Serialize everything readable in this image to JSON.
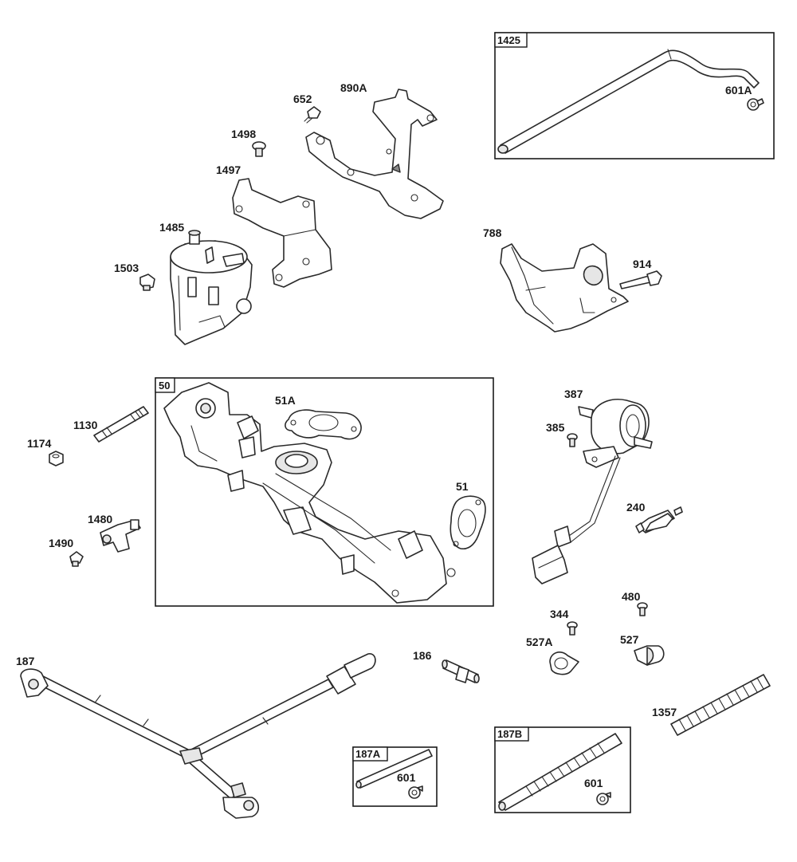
{
  "labels": {
    "l1425": "1425",
    "l601A": "601A",
    "l652": "652",
    "l890A": "890A",
    "l1498": "1498",
    "l1497": "1497",
    "l1485": "1485",
    "l1503": "1503",
    "l788": "788",
    "l914": "914",
    "l50": "50",
    "l51A": "51A",
    "l51": "51",
    "l1130": "1130",
    "l1174": "1174",
    "l1480": "1480",
    "l1490": "1490",
    "l387": "387",
    "l385": "385",
    "l240": "240",
    "l344": "344",
    "l480": "480",
    "l527A": "527A",
    "l527": "527",
    "l187": "187",
    "l186": "186",
    "l1357": "1357",
    "l187A": "187A",
    "l601a": "601",
    "l187B": "187B",
    "l601b": "601"
  }
}
